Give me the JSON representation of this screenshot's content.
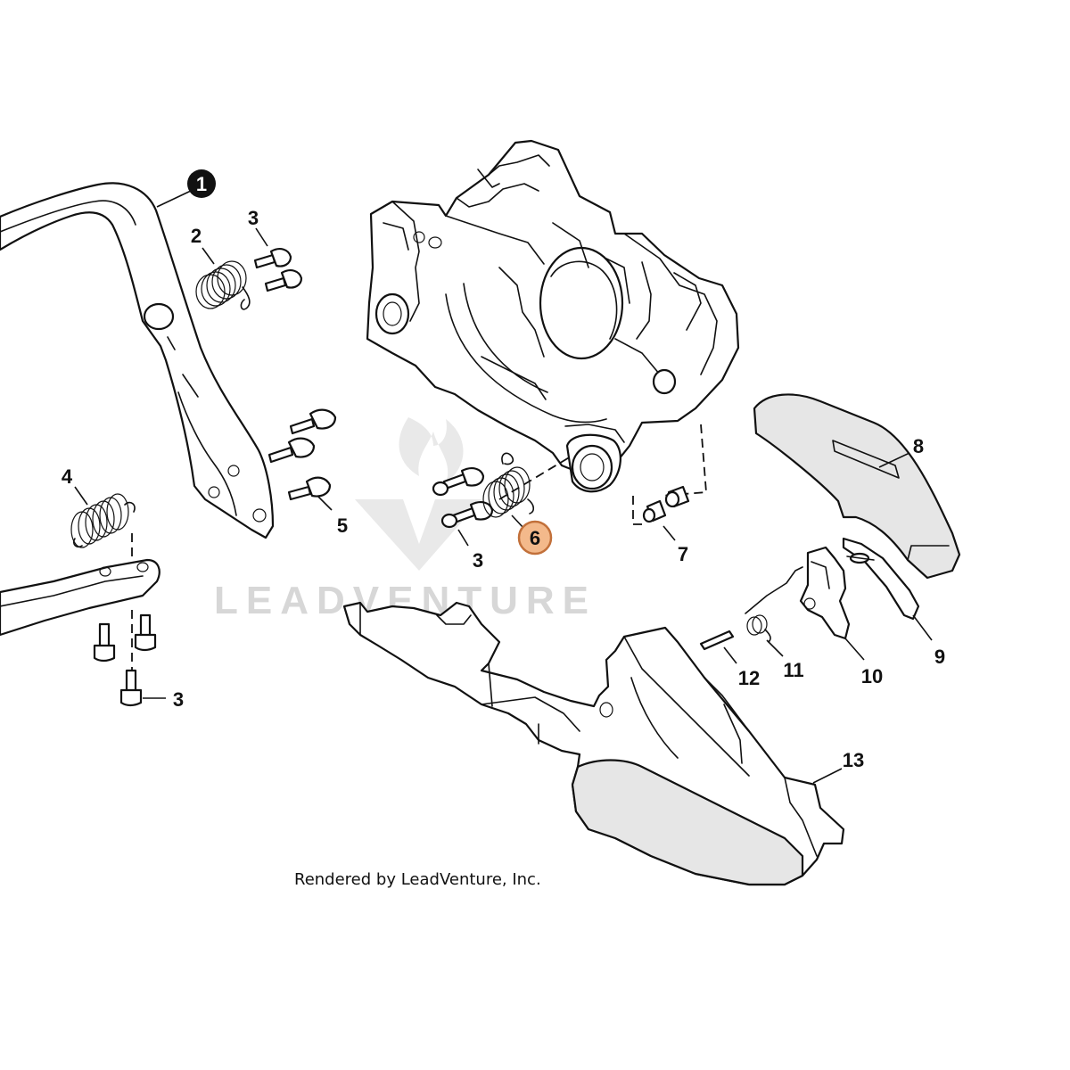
{
  "diagram": {
    "watermark": "LEADVENTURE",
    "credit": "Rendered by LeadVenture, Inc.",
    "highlight_color": "#f3b98b",
    "highlight_border": "#c2703a",
    "callouts": [
      {
        "id": "1",
        "label": "1",
        "style": "filled-dark"
      },
      {
        "id": "2",
        "label": "2"
      },
      {
        "id": "3a",
        "label": "3"
      },
      {
        "id": "4",
        "label": "4"
      },
      {
        "id": "5",
        "label": "5"
      },
      {
        "id": "3b",
        "label": "3"
      },
      {
        "id": "6",
        "label": "6",
        "style": "highlighted"
      },
      {
        "id": "7",
        "label": "7"
      },
      {
        "id": "8",
        "label": "8"
      },
      {
        "id": "9",
        "label": "9"
      },
      {
        "id": "10",
        "label": "10"
      },
      {
        "id": "11",
        "label": "11"
      },
      {
        "id": "12",
        "label": "12"
      },
      {
        "id": "13",
        "label": "13"
      },
      {
        "id": "3c",
        "label": "3"
      }
    ]
  }
}
